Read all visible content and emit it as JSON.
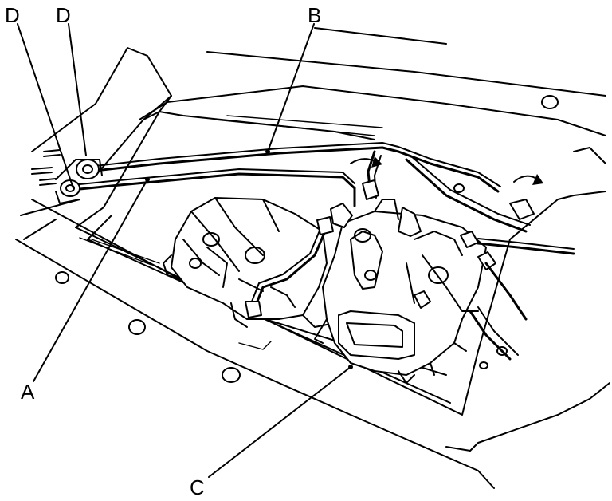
{
  "callouts": {
    "a": "A",
    "b": "B",
    "c": "C",
    "d1": "D",
    "d2": "D"
  },
  "colors": {
    "ink": "#000000",
    "paper": "#ffffff"
  }
}
